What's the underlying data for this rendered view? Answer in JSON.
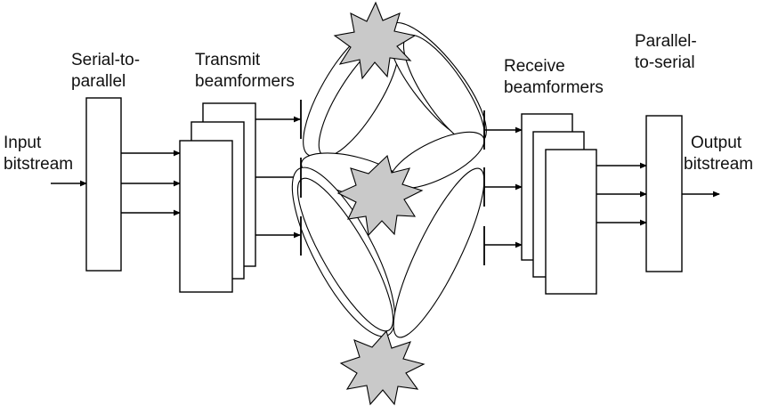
{
  "labels": {
    "input_line1": "Input",
    "input_line2": "bitstream",
    "s2p_line1": "Serial-to-",
    "s2p_line2": "parallel",
    "tx_line1": "Transmit",
    "tx_line2": "beamformers",
    "rx_line1": "Receive",
    "rx_line2": "beamformers",
    "p2s_line1": "Parallel-",
    "p2s_line2": "to-serial",
    "output_line1": "Output",
    "output_line2": "bitstream"
  },
  "colors": {
    "scatterer_fill": "#c9c9c9",
    "line": "#000000",
    "background": "#ffffff"
  }
}
